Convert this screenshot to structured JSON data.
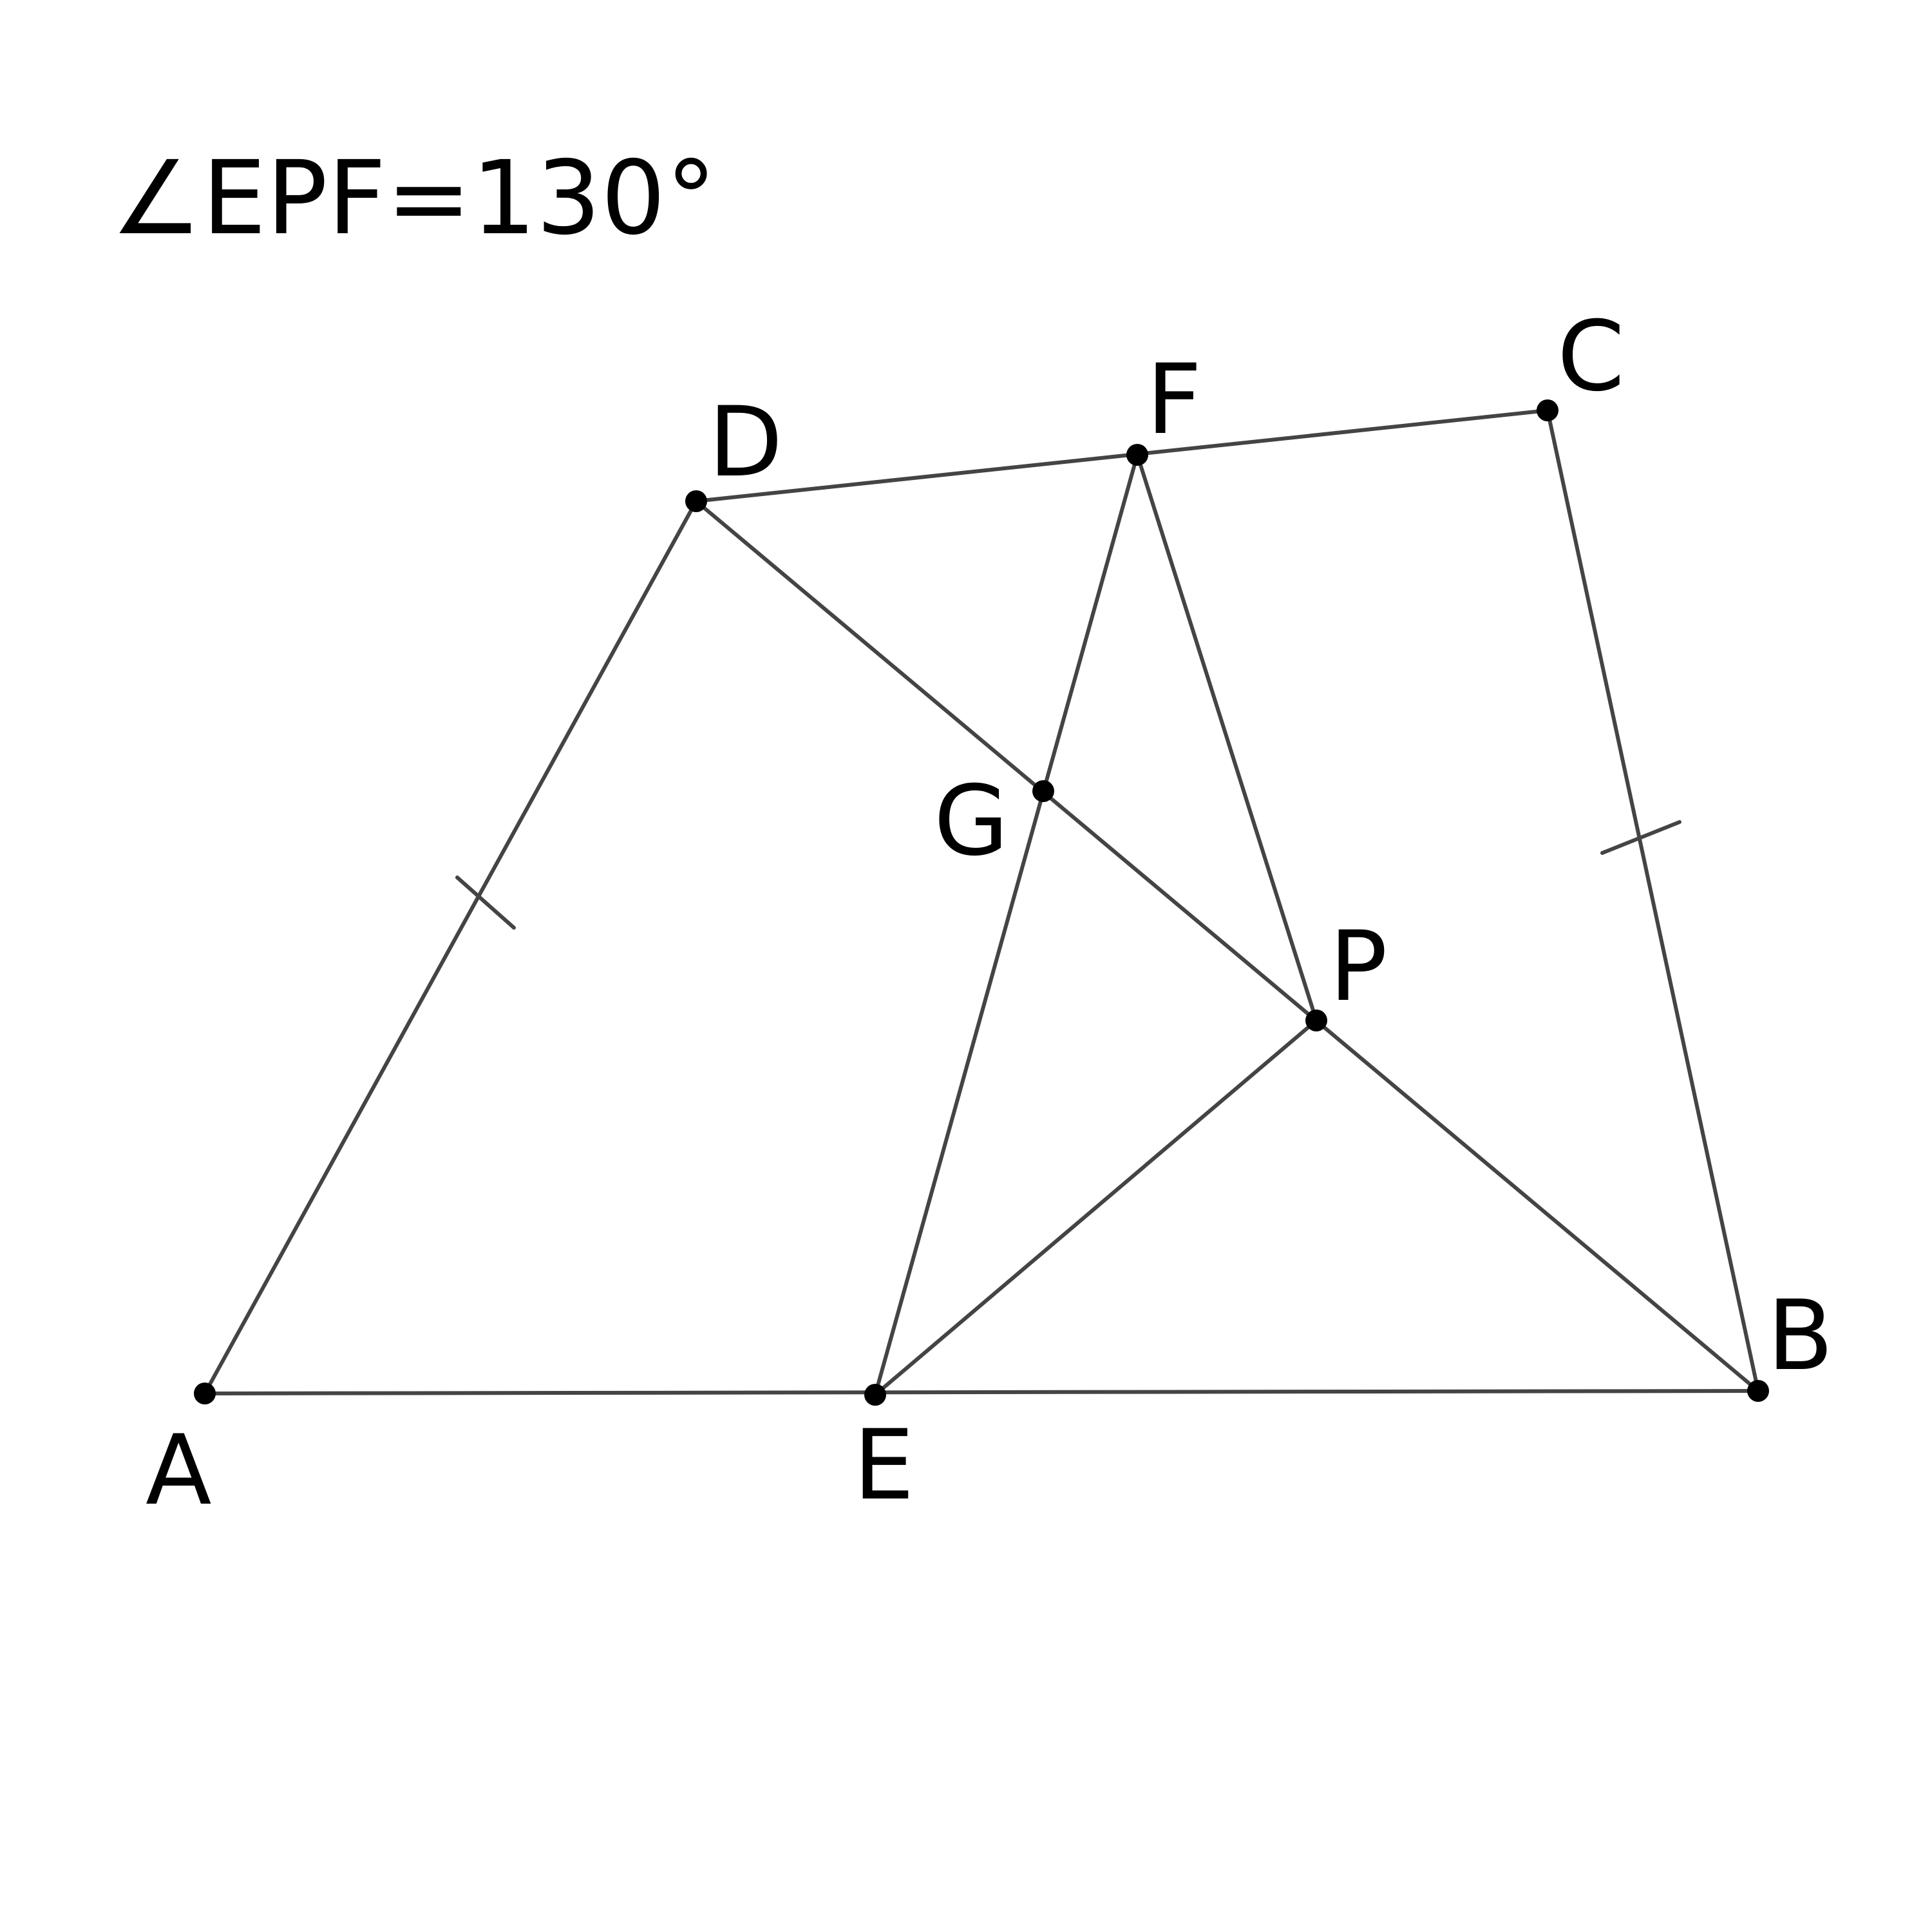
{
  "annotation": {
    "text": "∠EPF=130°"
  },
  "points": {
    "A": "A",
    "B": "B",
    "C": "C",
    "D": "D",
    "E": "E",
    "F": "F",
    "G": "G",
    "P": "P"
  },
  "colors": {
    "line": "#444444",
    "point": "#000000",
    "text": "#000000"
  }
}
